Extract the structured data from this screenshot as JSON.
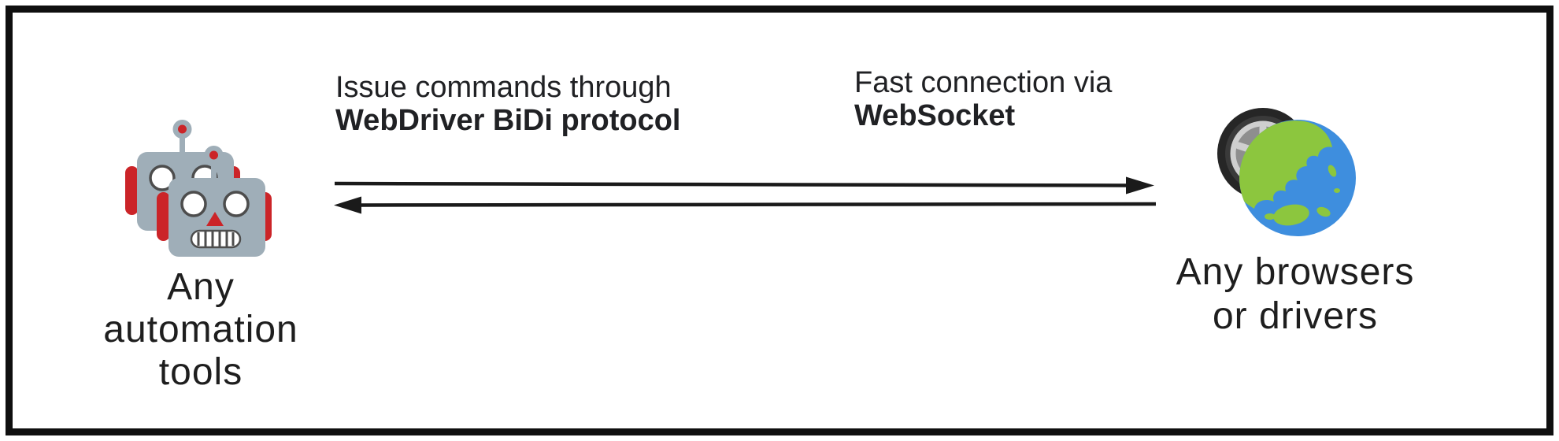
{
  "diagram": {
    "left_node": {
      "icon": "robots-icon",
      "caption_lines": [
        "Any",
        "automation",
        "tools"
      ]
    },
    "right_node": {
      "icon": "wheel-globe-icon",
      "caption_lines": [
        "Any browsers",
        "or drivers"
      ]
    },
    "arrow_labels": {
      "left": {
        "line1": "Issue commands through",
        "line2": "WebDriver BiDi protocol"
      },
      "right": {
        "line1": "Fast connection via",
        "line2": "WebSocket"
      }
    },
    "arrows": [
      {
        "name": "request-arrow",
        "direction": "left-to-right"
      },
      {
        "name": "response-arrow",
        "direction": "right-to-left"
      }
    ],
    "colors": {
      "text": "#1e1e1e",
      "arrow": "#1a1a1a",
      "border": "#0f0f0f",
      "background": "#ffffff",
      "robot_body": "#9faeb8",
      "robot_accent": "#cb2428",
      "globe_ocean": "#3e8ede",
      "globe_land": "#8cc63e",
      "tire": "#262626",
      "rim": "#cfcfcf"
    }
  }
}
